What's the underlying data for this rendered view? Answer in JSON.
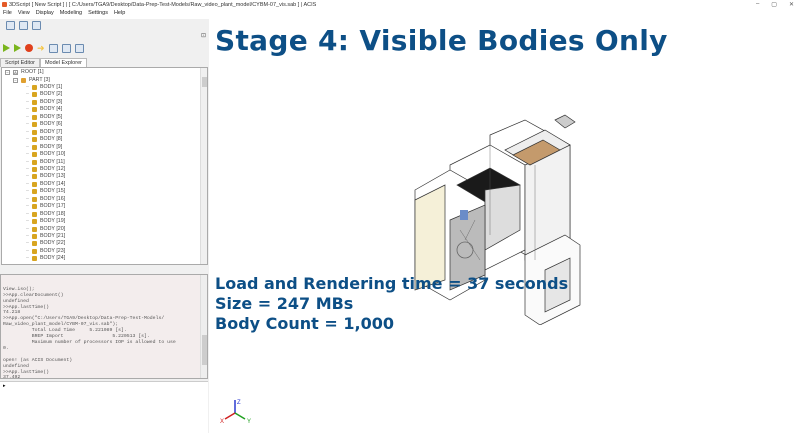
{
  "window": {
    "title": "3DScript [ New Script ] | [ C:/Users/TGA9/Desktop/Data-Prep-Test-Models/Raw_video_plant_model/CYBM-07_vis.sab ] | ACIS",
    "minimize": "–",
    "maximize": "▢",
    "close": "✕"
  },
  "menu": [
    "File",
    "View",
    "Display",
    "Modeling",
    "Settings",
    "Help"
  ],
  "tabs": [
    "Script Editor",
    "Model Explorer"
  ],
  "tree": {
    "root": "ROOT [1]",
    "part": "PART [3]",
    "bodies": [
      "BODY [1]",
      "BODY [2]",
      "BODY [3]",
      "BODY [4]",
      "BODY [5]",
      "BODY [6]",
      "BODY [7]",
      "BODY [8]",
      "BODY [9]",
      "BODY [10]",
      "BODY [11]",
      "BODY [12]",
      "BODY [13]",
      "BODY [14]",
      "BODY [15]",
      "BODY [16]",
      "BODY [17]",
      "BODY [18]",
      "BODY [19]",
      "BODY [20]",
      "BODY [21]",
      "BODY [22]",
      "BODY [23]",
      "BODY [24]"
    ]
  },
  "console": [
    "View.iso();",
    ">>App.clearDocument()",
    "undefined",
    ">>App.lastTime()",
    "74.218",
    ">>App.open(\"C:/Users/TGA9/Desktop/Data-Prep-Test-Models/",
    "Raw_video_plant_model/CYBM-07_vis.sab\");",
    "          Total Load Time     5.221089 [s].",
    "          BREP Import                 5.220513 [s].",
    "          Maximum number of processors IOP is allowed to use",
    "0.",
    "",
    "open! (as ACIS Document)",
    "undefined",
    ">>App.lastTime()",
    "37.492"
  ],
  "input_prompt": "▸",
  "slide": {
    "title": "Stage 4: Visible Bodies Only",
    "load_time": "Load and Rendering time = 37 seconds",
    "size": "Size =  247 MBs",
    "body_count": "Body Count = 1,000"
  },
  "axes": {
    "x": "X",
    "y": "Y",
    "z": "Z"
  }
}
